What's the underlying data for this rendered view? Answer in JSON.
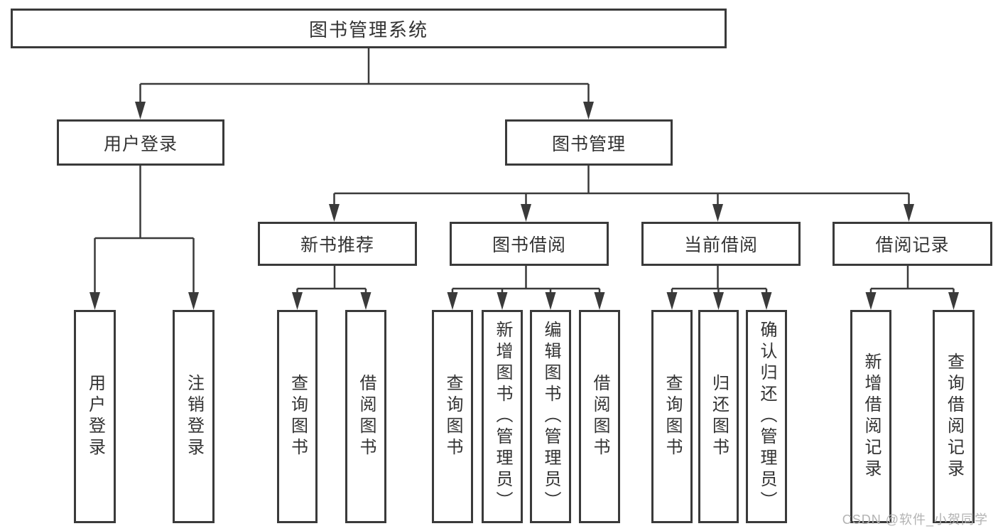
{
  "tree": {
    "root": {
      "label": "图书管理系统",
      "children": [
        {
          "label": "用户登录",
          "children": [
            {
              "label": "用户登录"
            },
            {
              "label": "注销登录"
            }
          ]
        },
        {
          "label": "图书管理",
          "children": [
            {
              "label": "新书推荐",
              "children": [
                {
                  "label": "查询图书"
                },
                {
                  "label": "借阅图书"
                }
              ]
            },
            {
              "label": "图书借阅",
              "children": [
                {
                  "label": "查询图书"
                },
                {
                  "label": "新增图书（管理员）"
                },
                {
                  "label": "编辑图书（管理员）"
                },
                {
                  "label": "借阅图书"
                }
              ]
            },
            {
              "label": "当前借阅",
              "children": [
                {
                  "label": "查询图书"
                },
                {
                  "label": "归还图书"
                },
                {
                  "label": "确认归还（管理员）"
                }
              ]
            },
            {
              "label": "借阅记录",
              "children": [
                {
                  "label": "新增借阅记录"
                },
                {
                  "label": "查询借阅记录"
                }
              ]
            }
          ]
        }
      ]
    }
  },
  "watermark": {
    "text": "CSDN @软件_小贺同学"
  },
  "colors": {
    "line": "#3a3a3a",
    "box_border": "#3a3a3a",
    "text": "#333333",
    "background": "#ffffff",
    "watermark": "#b3b3b3"
  }
}
